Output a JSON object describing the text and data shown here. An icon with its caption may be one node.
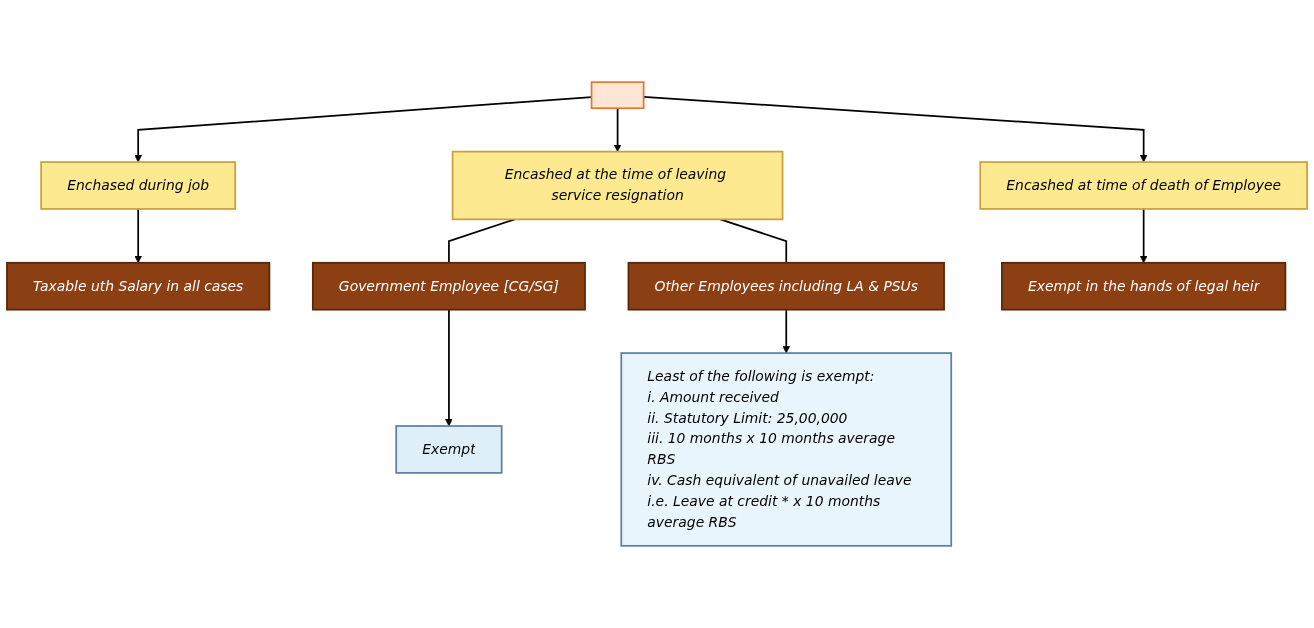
{
  "diagram": {
    "nodes": [
      {
        "text": [],
        "shape": "box"
      },
      {
        "text": [
          "Enchased during job"
        ]
      },
      {
        "text": [
          "Encashed at the time of leaving service resignation"
        ]
      },
      {
        "text": [
          "Encashed at time of death of Employee"
        ]
      },
      {
        "text": [
          "Taxable uth Salary in all cases"
        ]
      },
      {
        "text": [
          "Government Employee [CG/SG]"
        ]
      },
      {
        "text": [
          "Other Employees including LA & PSUs"
        ]
      },
      {
        "text": [
          "Exempt in the hands of legal heir"
        ]
      },
      {
        "text": [
          "Exempt"
        ]
      },
      {
        "text": [
          "Least of the following is exempt:",
          "i. Amount received",
          "ii. Statutory Limit: 25,00,000",
          "iii. 10 months x 10 months average RBS",
          "iv. Cash equivalent of unavailed leave i.e. Leave at credit * x 10 months average RBS"
        ]
      }
    ],
    "edges": [
      {
        "from": 0,
        "to": 1,
        "arrow": "to"
      },
      {
        "from": 0,
        "to": 2,
        "arrow": "to"
      },
      {
        "from": 0,
        "to": 3,
        "arrow": "to"
      },
      {
        "from": 1,
        "to": 4,
        "arrow": "to"
      },
      {
        "from": 2,
        "to": 5,
        "arrow": "none"
      },
      {
        "from": 2,
        "to": 6,
        "arrow": "none"
      },
      {
        "from": 3,
        "to": 7,
        "arrow": "to"
      },
      {
        "from": 5,
        "to": 8,
        "arrow": "to"
      },
      {
        "from": 6,
        "to": 9,
        "arrow": "to"
      }
    ]
  }
}
